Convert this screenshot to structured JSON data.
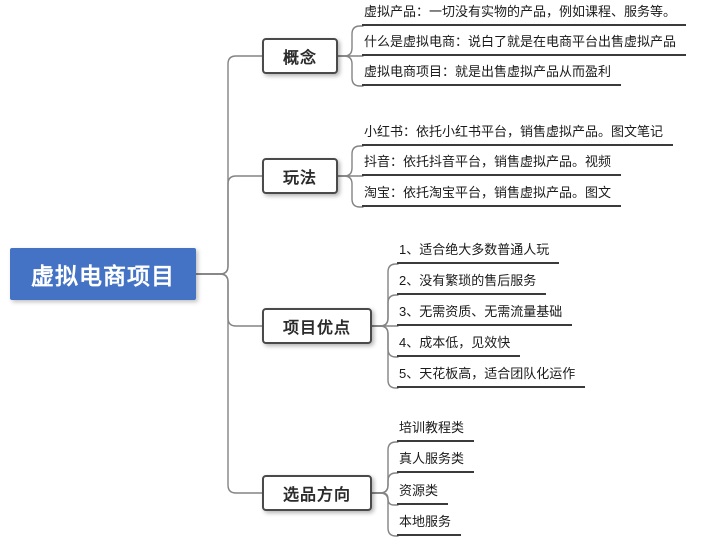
{
  "root": {
    "label": "虚拟电商项目"
  },
  "branches": [
    {
      "label": "概念",
      "leaves": [
        {
          "text": "虚拟产品：一切没有实物的产品，例如课程、服务等。"
        },
        {
          "text": "什么是虚拟电商：说白了就是在电商平台出售虚拟产品"
        },
        {
          "text": "虚拟电商项目：就是出售虚拟产品从而盈利"
        }
      ]
    },
    {
      "label": "玩法",
      "leaves": [
        {
          "text": "小红书：依托小红书平台，销售虚拟产品。图文笔记"
        },
        {
          "text": "抖音：依托抖音平台，销售虚拟产品。视频"
        },
        {
          "text": "淘宝：依托淘宝平台，销售虚拟产品。图文"
        }
      ]
    },
    {
      "label": "项目优点",
      "leaves": [
        {
          "text": "1、适合绝大多数普通人玩"
        },
        {
          "text": "2、没有繁琐的售后服务"
        },
        {
          "text": "3、无需资质、无需流量基础"
        },
        {
          "text": "4、成本低，见效快"
        },
        {
          "text": "5、天花板高，适合团队化运作"
        }
      ]
    },
    {
      "label": "选品方向",
      "leaves": [
        {
          "text": "培训教程类"
        },
        {
          "text": "真人服务类"
        },
        {
          "text": "资源类"
        },
        {
          "text": "本地服务"
        }
      ]
    }
  ],
  "colors": {
    "root_bg": "#4472C4",
    "root_text": "#ffffff",
    "branch_border": "#4a4a4a",
    "connector": "#848484",
    "underline": "#3b3b3b"
  }
}
